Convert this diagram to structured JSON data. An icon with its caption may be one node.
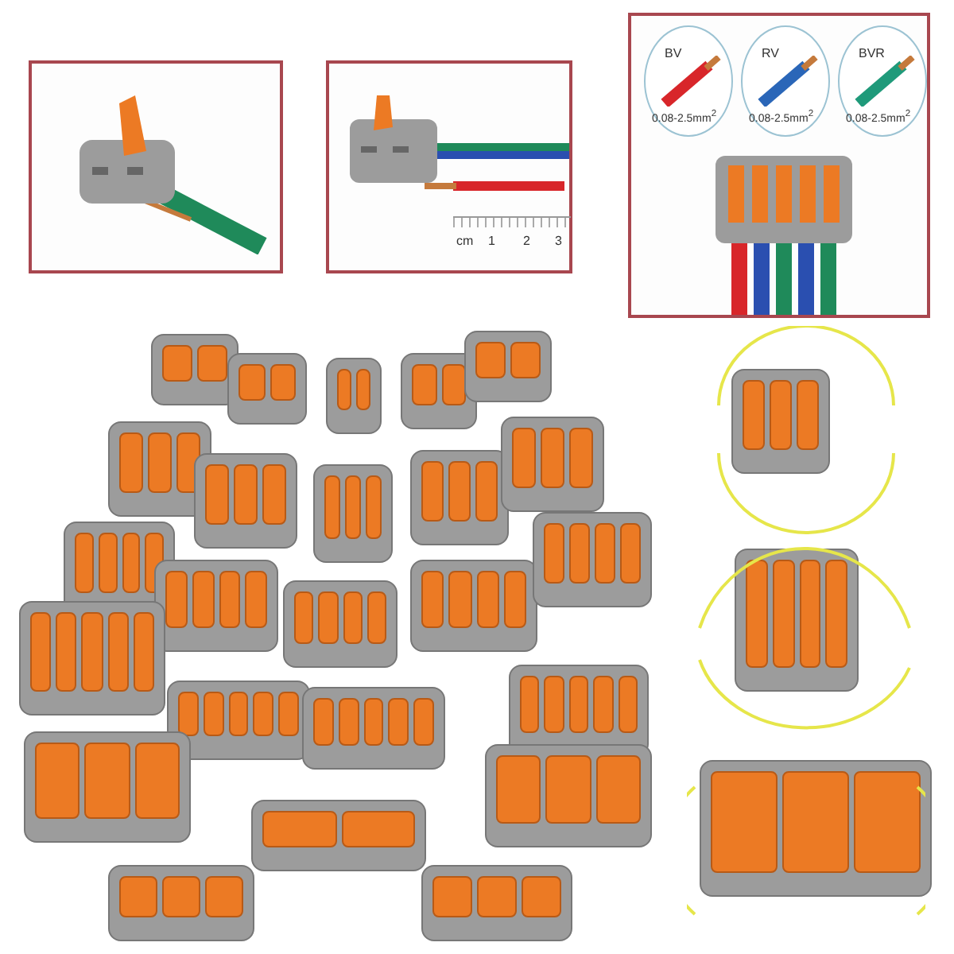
{
  "diagram": {
    "labels": [
      "BV",
      "RV",
      "BVR",
      "0.08-2.5mm$^{2}$",
      "0.08-2.5mm$^{2}$",
      "0.08-2.5mm$^{2}$",
      "cm",
      "1",
      "2",
      "3"
    ]
  }
}
